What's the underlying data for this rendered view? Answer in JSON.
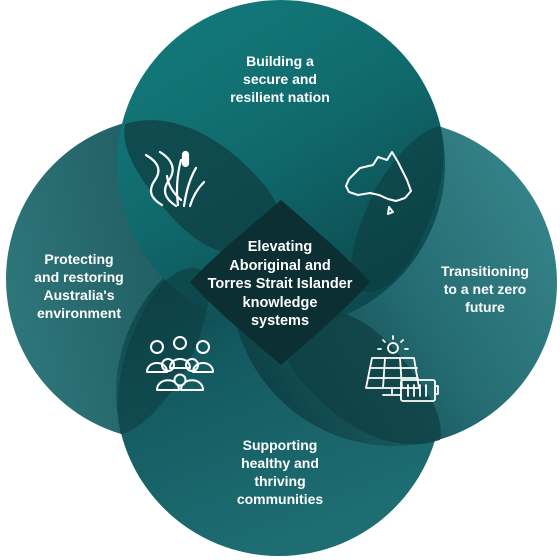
{
  "diagram": {
    "center": {
      "label": "Elevating\nAboriginal and\nTorres Strait Islander\nknowledge\nsystems"
    },
    "petals": [
      {
        "id": "top",
        "label": "Building a\nsecure and\nresilient nation",
        "icon": "australia-map-icon"
      },
      {
        "id": "right",
        "label": "Transitioning\nto a net zero\nfuture",
        "icon": "solar-panel-battery-icon"
      },
      {
        "id": "bottom",
        "label": "Supporting\nhealthy and\nthriving\ncommunities",
        "icon": "people-group-icon"
      },
      {
        "id": "left",
        "label": "Protecting\nand restoring\nAustralia's\nenvironment",
        "icon": "river-reeds-icon"
      }
    ]
  },
  "colors": {
    "petal_top": "#12787a",
    "petal_right": "#2f7c82",
    "petal_bottom": "#16636a",
    "petal_left": "#2a6e72",
    "petal_dark": "#0d4347",
    "center": "#0b2f33",
    "text": "#ffffff"
  }
}
